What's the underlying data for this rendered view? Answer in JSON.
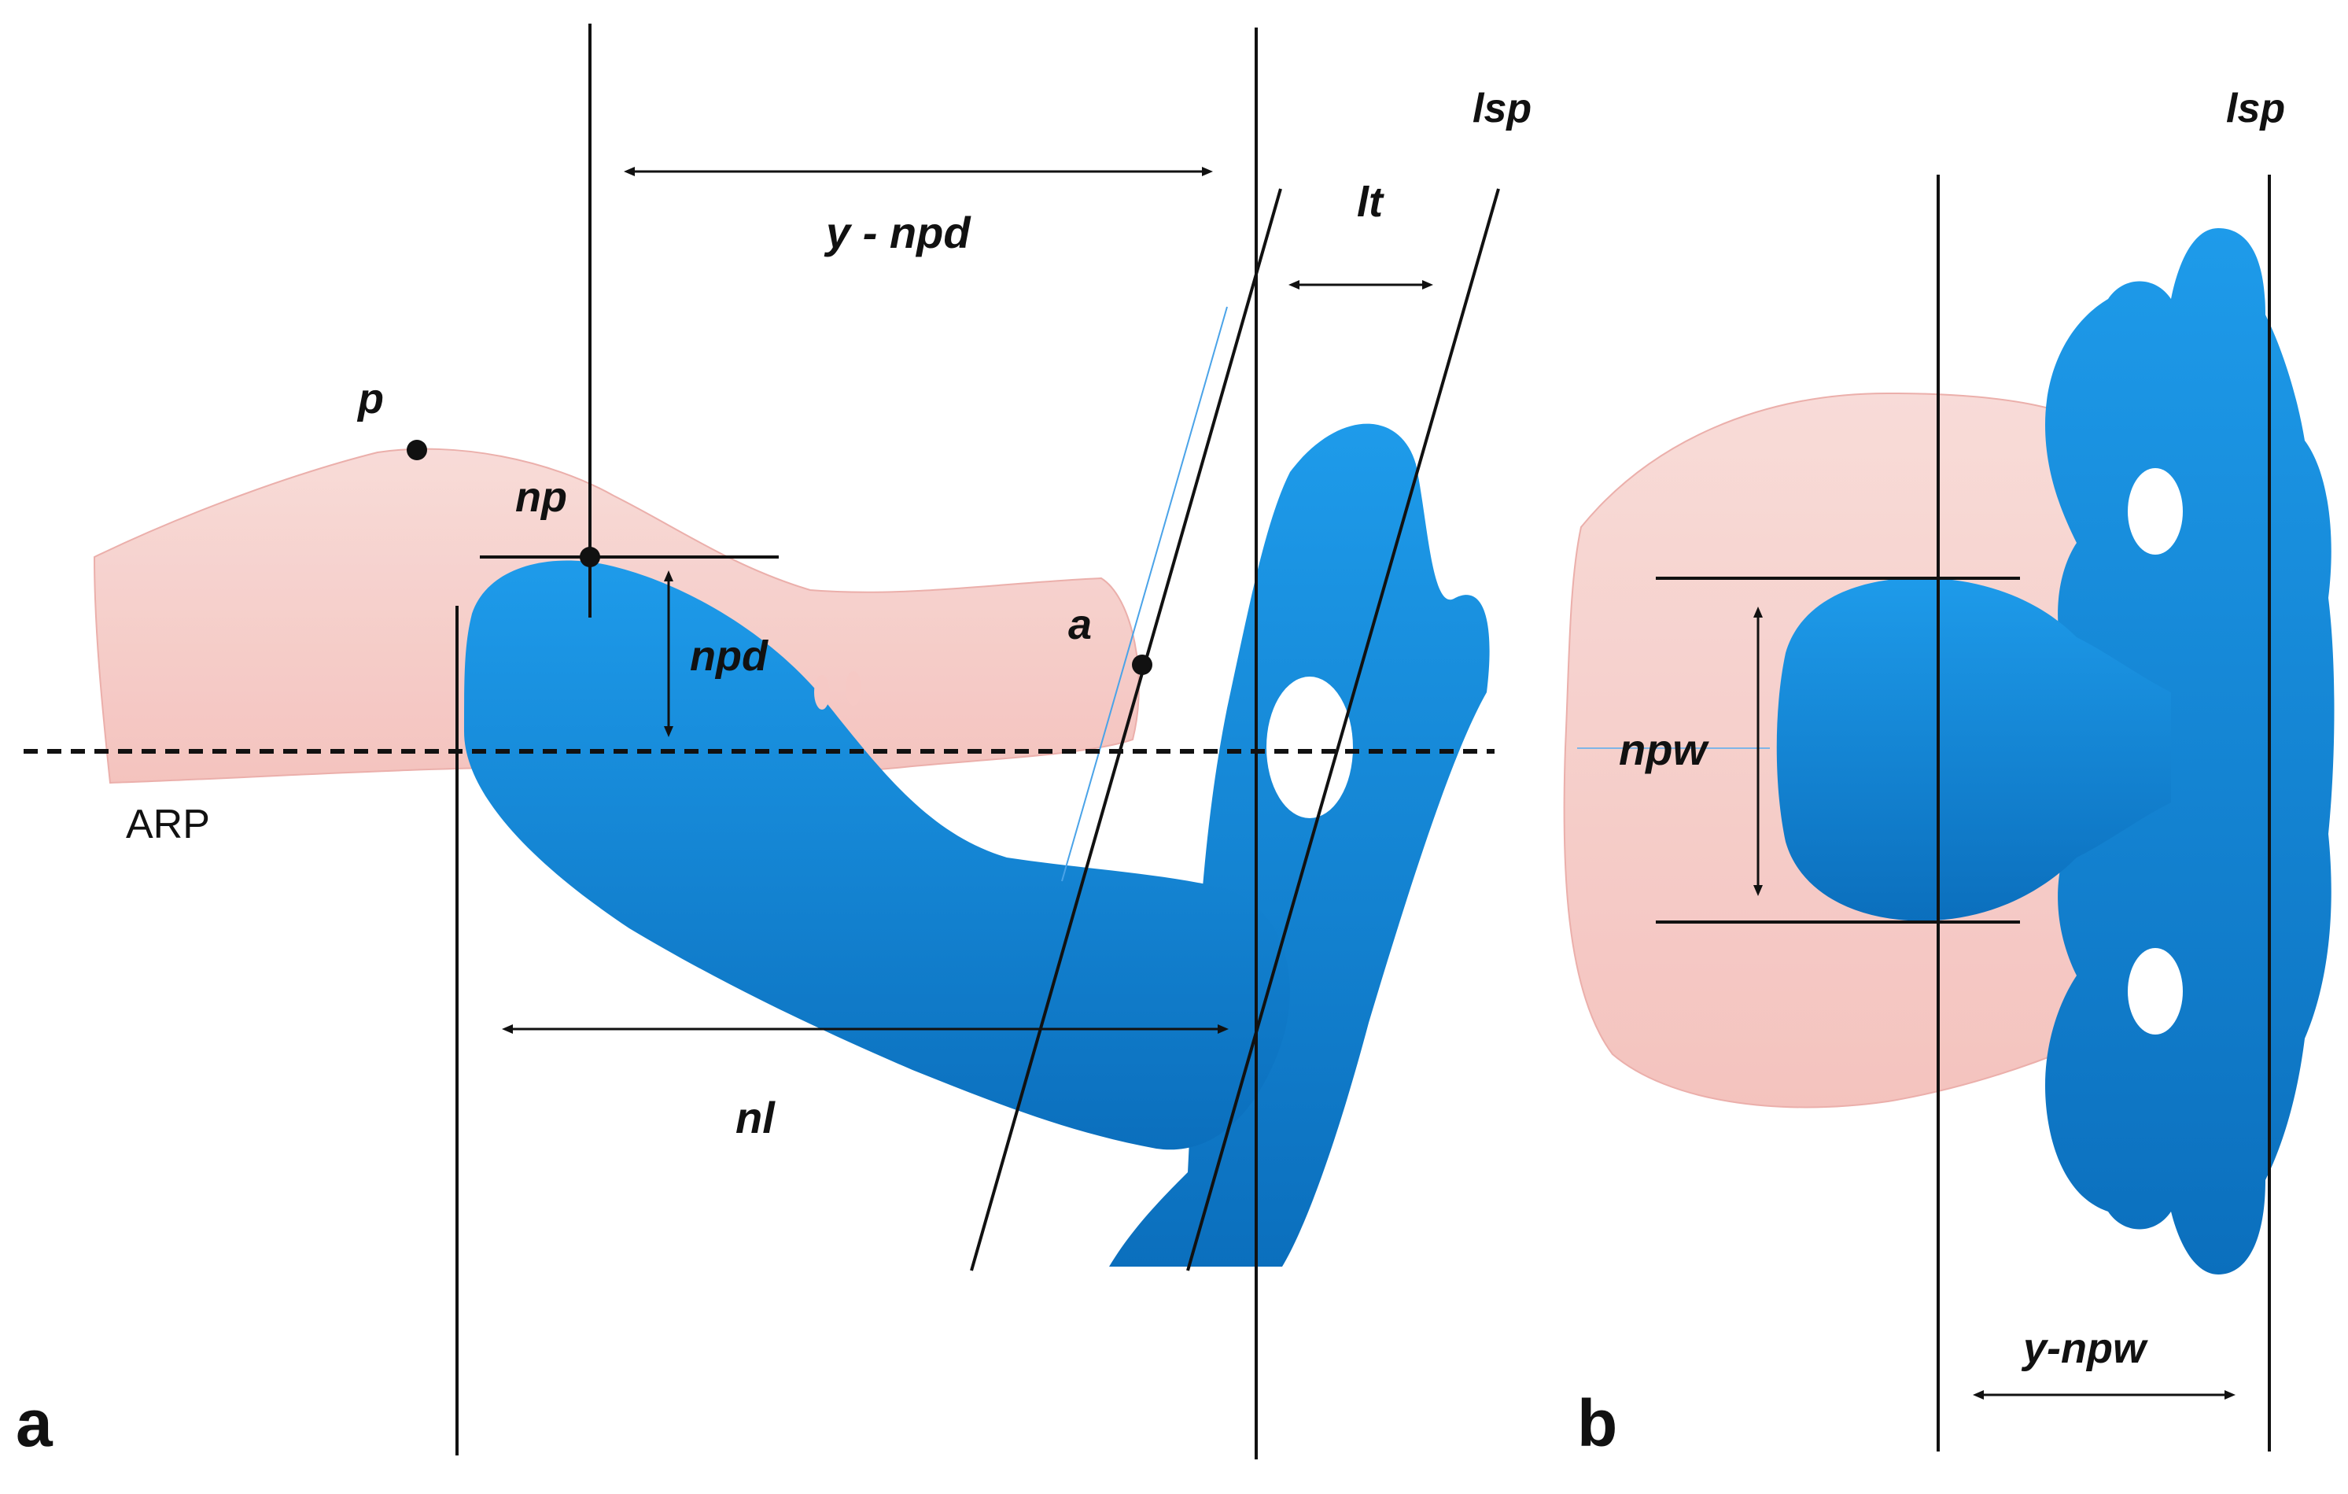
{
  "panels": {
    "a": "a",
    "b": "b"
  },
  "labels": {
    "lsp_a": "lsp",
    "lsp_b": "lsp",
    "y_npd": "y - npd",
    "lt": "lt",
    "p": "p",
    "np": "np",
    "npd": "npd",
    "a_point": "a",
    "arp": "ARP",
    "nl": "nl",
    "npw": "npw",
    "y_npw": "y-npw"
  },
  "colors": {
    "teat_blue": "#0f86d6",
    "teat_blue_dark": "#0a62a8",
    "palate_pink": "#f6c9c5",
    "palate_pink_dark": "#e9a7a2",
    "line": "#111111"
  }
}
